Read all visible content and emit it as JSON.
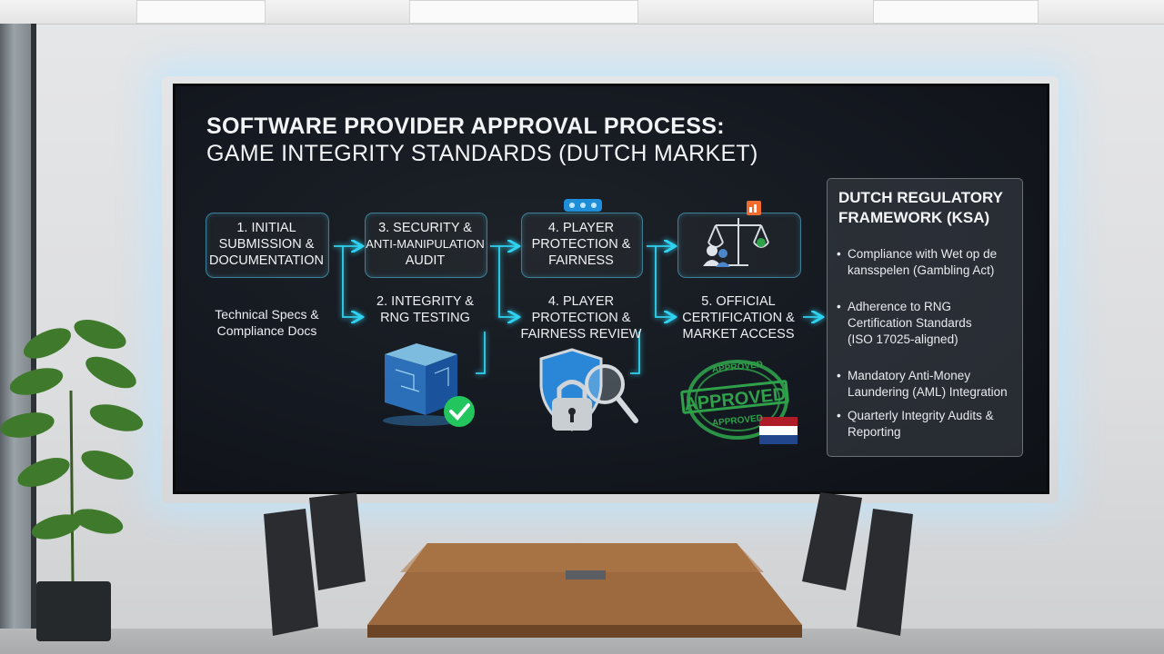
{
  "slide": {
    "title_line1": "SOFTWARE PROVIDER APPROVAL PROCESS:",
    "title_line2": "GAME INTEGRITY STANDARDS (DUTCH MARKET)"
  },
  "flow": {
    "step1": {
      "line1": "1. INITIAL",
      "line2": "SUBMISSION &",
      "line3": "DOCUMENTATION"
    },
    "step1_caption": {
      "line1": "Technical Specs &",
      "line2": "Compliance Docs"
    },
    "step3": {
      "line1": "3. SECURITY &",
      "line2": "ANTI-MANIPULATION",
      "line3": "AUDIT"
    },
    "step2": {
      "line1": "2. INTEGRITY &",
      "line2": "RNG TESTING"
    },
    "step4_top": {
      "line1": "4. PLAYER",
      "line2": "PROTECTION &",
      "line3": "FAIRNESS"
    },
    "step4_bottom": {
      "line1": "4. PLAYER",
      "line2": "PROTECTION &",
      "line3": "FAIRNESS REVIEW"
    },
    "step5": {
      "line1": "5. OFFICIAL",
      "line2": "CERTIFICATION &",
      "line3": "MARKET ACCESS"
    },
    "stamp": {
      "top": "APPROVED",
      "main": "APPROVED",
      "bottom": "APPROVED"
    }
  },
  "framework": {
    "title_line1": "DUTCH REGULATORY",
    "title_line2": "FRAMEWORK (KSA)",
    "bullet": "•",
    "items": [
      {
        "line1": "Compliance with Wet op de",
        "line2": "kansspelen (Gambling Act)",
        "line3": ""
      },
      {
        "line1": "Adherence to RNG",
        "line2": "Certification Standards",
        "line3": "(ISO 17025-aligned)"
      },
      {
        "line1": "Mandatory Anti-Money",
        "line2": "Laundering (AML) Integration",
        "line3": ""
      },
      {
        "line1": "Quarterly Integrity Audits &",
        "line2": "Reporting",
        "line3": ""
      }
    ]
  },
  "colors": {
    "accent_arrow": "#2fd2f0",
    "box_border": "#3d7f95",
    "stamp_green": "#2fa14a",
    "check_green": "#22c55e",
    "flag_red": "#ae1c28",
    "flag_white": "#ffffff",
    "flag_blue": "#21468b"
  },
  "icons": [
    "cloud-badge-icon",
    "chart-badge-icon",
    "scales-of-justice-icon",
    "users-icon",
    "chip-cube-icon",
    "check-circle-icon",
    "shield-icon",
    "padlock-icon",
    "magnifier-icon",
    "dutch-flag-icon",
    "approved-stamp-icon"
  ]
}
